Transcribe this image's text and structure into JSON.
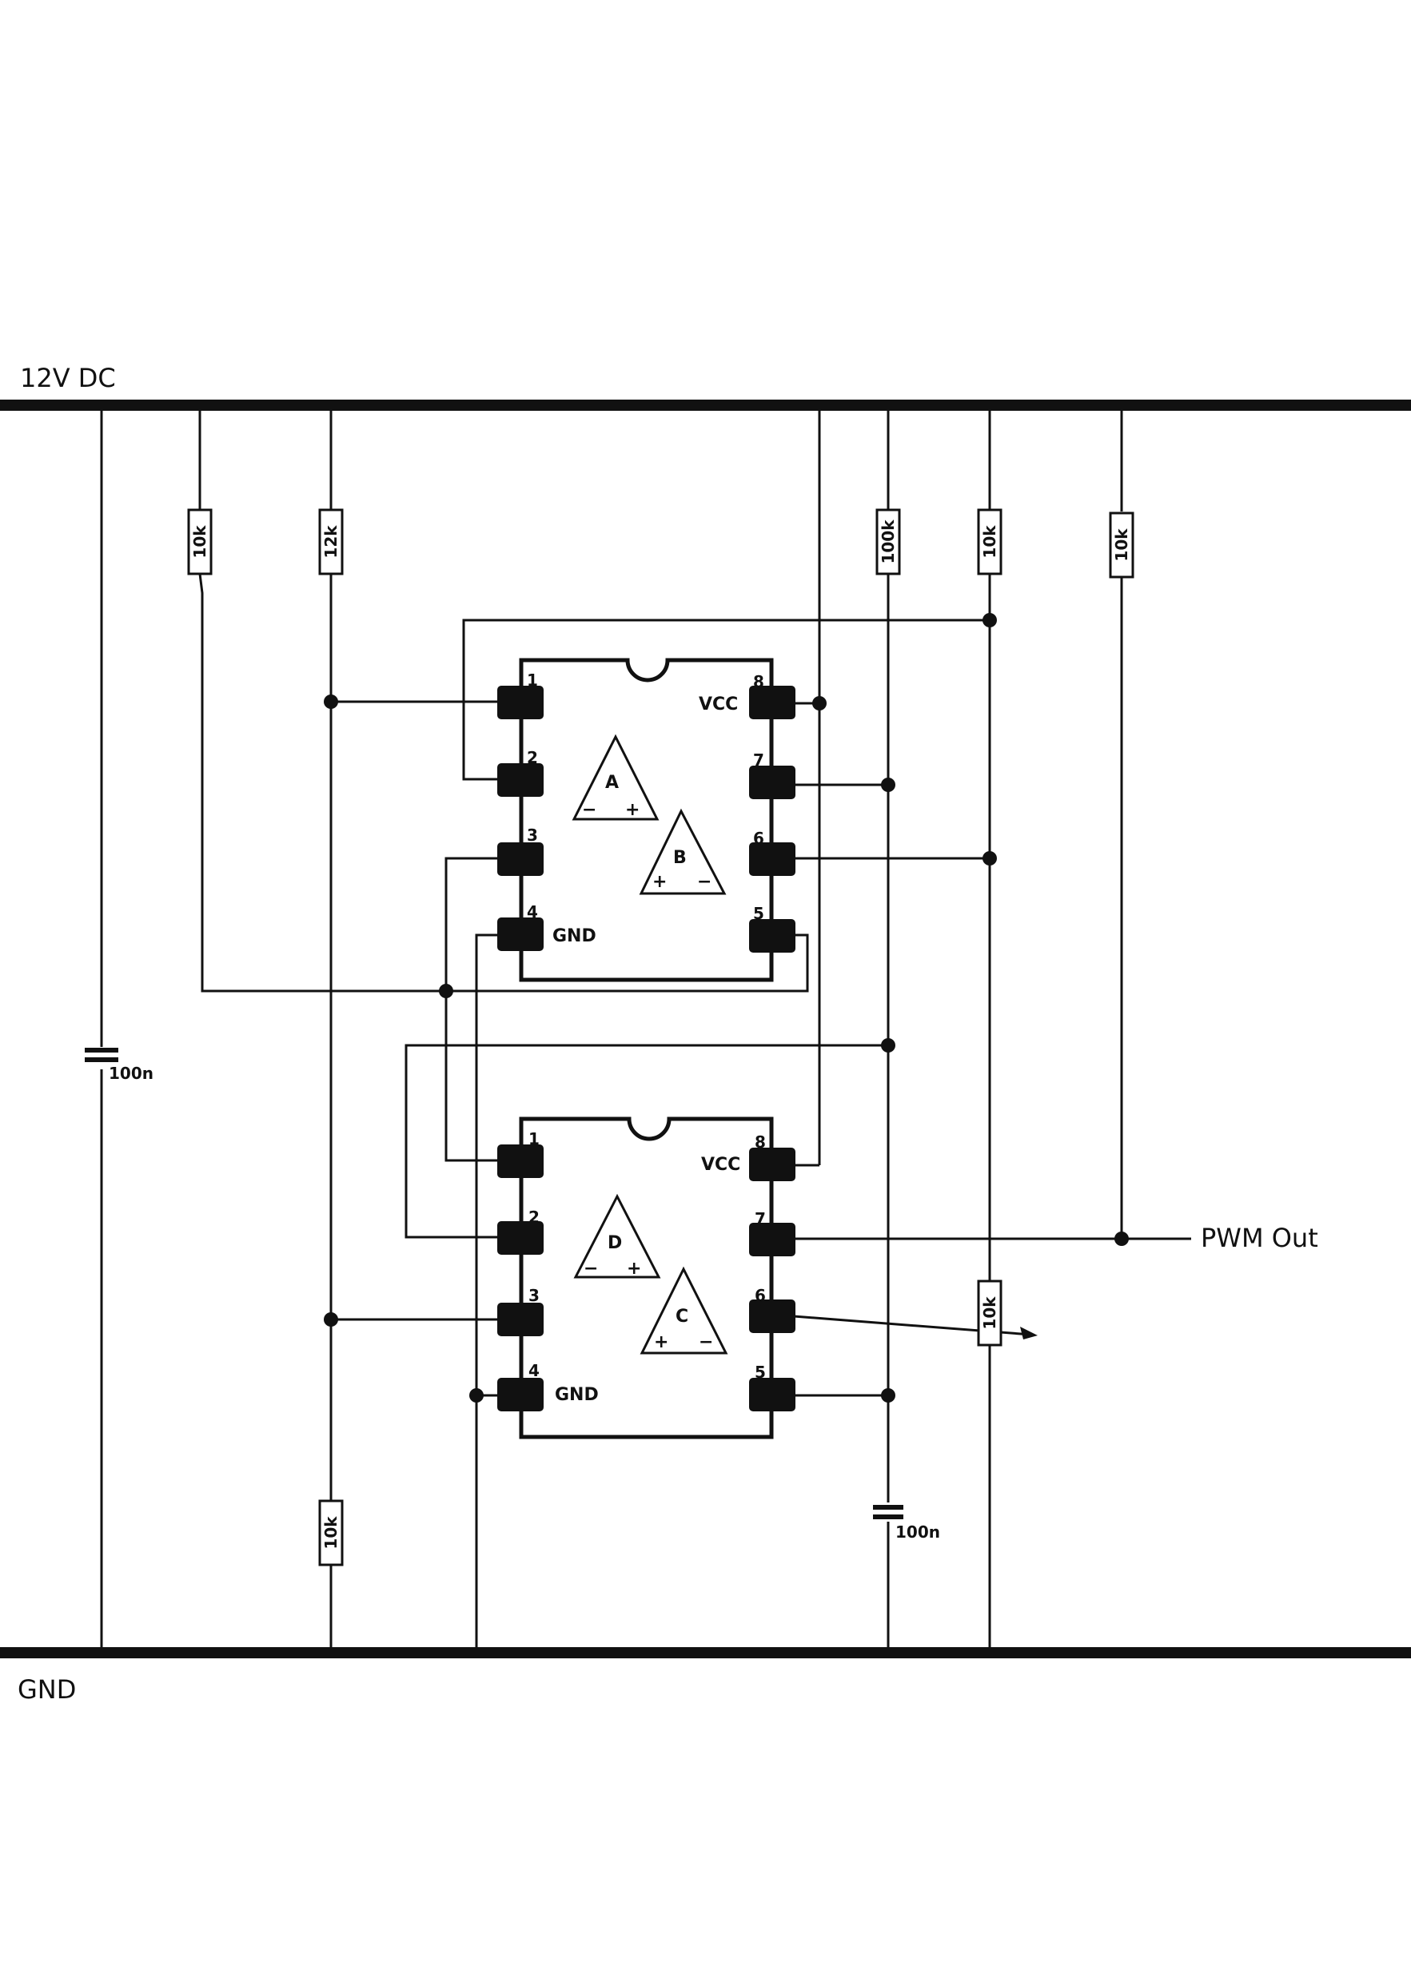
{
  "rails": {
    "supply_label": "12V DC",
    "ground_label": "GND"
  },
  "output_label": "PWM Out",
  "ic_pin_labels": [
    "1",
    "2",
    "3",
    "4",
    "5",
    "6",
    "7",
    "8"
  ],
  "ic_power_labels": {
    "vcc": "VCC",
    "gnd": "GND"
  },
  "opamps": [
    "A",
    "B",
    "C",
    "D"
  ],
  "opamp_inputs": {
    "inverting": "−",
    "non_inverting": "+"
  },
  "resistors": {
    "r1": "10k",
    "r2": "12k",
    "r3": "100k",
    "r4": "10k",
    "r5": "10k",
    "r6": "10k",
    "pot": "10k"
  },
  "capacitors": {
    "c1": "100n",
    "c2": "100n"
  }
}
